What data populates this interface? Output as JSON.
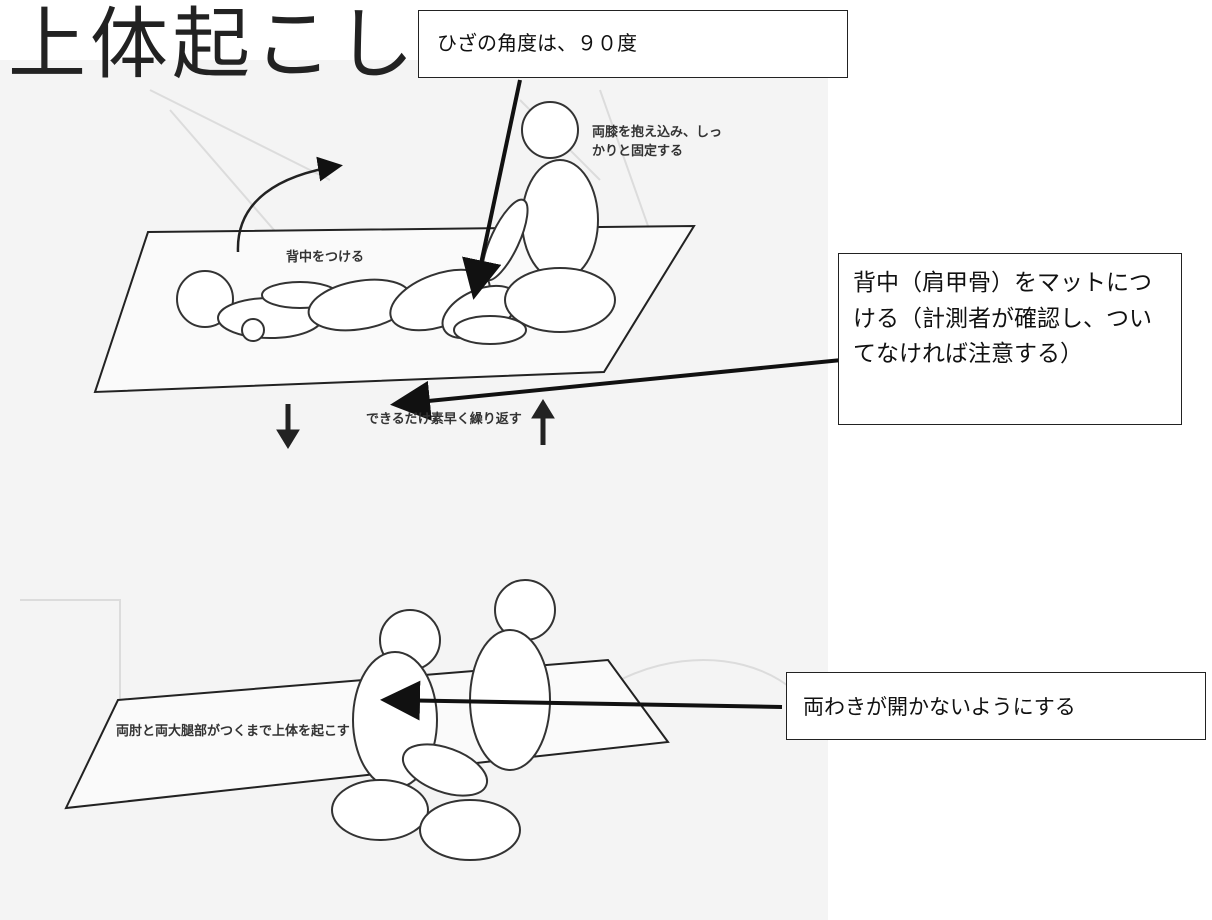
{
  "title": "上体起こし",
  "callouts": {
    "knee_angle": "ひざの角度は、９０度",
    "back_on_mat": "背中（肩甲骨）をマットにつける（計測者が確認し、ついてなければ注意する）",
    "arms_closed": "両わきが開かないようにする"
  },
  "figure_notes": {
    "hold_knees": "両膝を抱え込み、しっかりと固定する",
    "back_down": "背中をつける",
    "repeat_fast": "できるだけ素早く繰り返す",
    "raise_body": "両肘と両大腿部がつくまで上体を起こす"
  }
}
